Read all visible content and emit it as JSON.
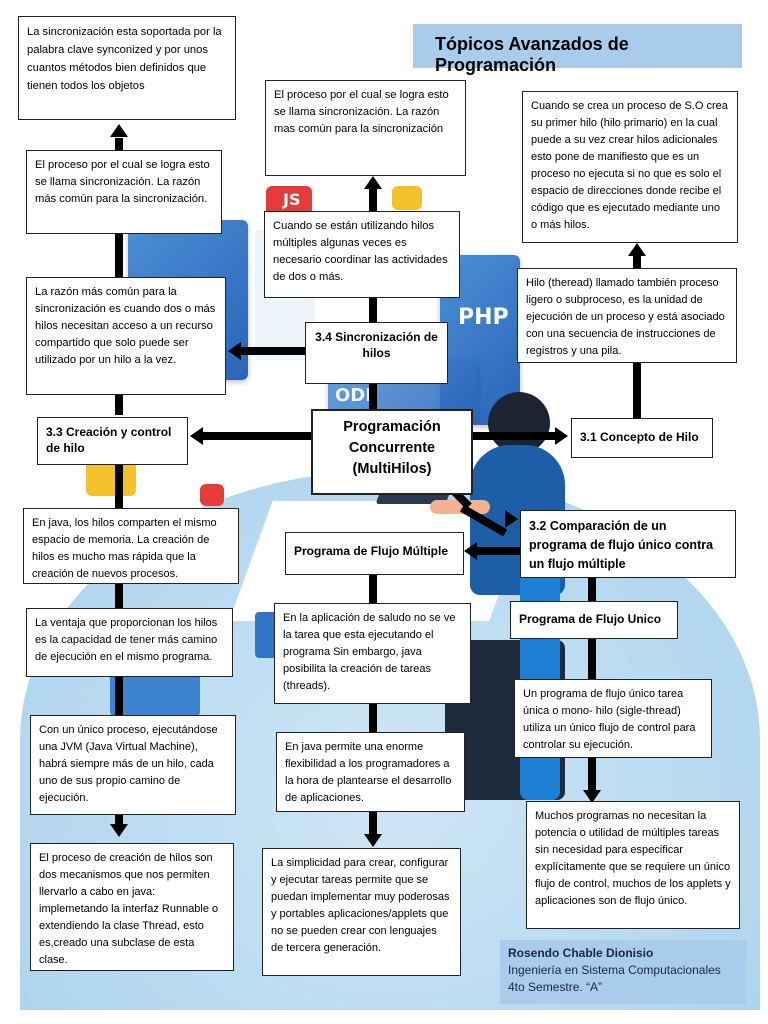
{
  "title": "Tópicos Avanzados de Programación",
  "center": {
    "line1": "Programación",
    "line2": "Concurrente",
    "line3": "(MultiHilos)"
  },
  "topics": {
    "concepto_hilo": "3.1 Concepto de Hilo",
    "comparacion": "3.2 Comparación de un programa de flujo único contra un flujo múltiple",
    "creacion_control": "3.3 Creación y control de hilo",
    "sincronizacion": "3.4 Sincronización de hilos",
    "flujo_multiple": "Programa de Flujo Múltiple",
    "flujo_unico": "Programa de Flujo Unico"
  },
  "notes": {
    "sync_palabra_clave": "La sincronización esta soportada por la palabra clave synconized y por unos cuantos métodos bien definidos que tienen todos los objetos",
    "sync_proceso_left": "El proceso por el cual se logra esto se llama sincronización. La razón más común para la sincronización.",
    "sync_razon_left": "La razón más común para la sincronización es cuando dos o más hilos necesitan acceso a un recurso compartido que solo puede ser utilizado por un hilo a la vez.",
    "sync_proceso_center": "El proceso por el cual se logra esto se llama sincronización. La razón mas común para la sincronización",
    "sync_multiples_hilos": "Cuando se están utilizando hilos múltiples algunas veces es necesario coordinar las actividades de dos o más.",
    "proceso_so": "Cuando se crea un proceso de S.O crea su primer hilo (hilo primario) en la cual puede a su vez crear hilos adicionales esto pone de manifiesto que es un proceso no ejecuta si no que es solo el espacio de direcciones donde recibe el código que es ejecutado mediante uno o más hilos.",
    "hilo_definicion": "Hilo (theread) llamado también proceso ligero o subproceso, es la unidad de ejecución de un proceso y está asociado con una secuencia de instrucciones de registros y una pila.",
    "java_memoria": "En java, los hilos comparten el mismo espacio de memoria. La creación de hilos es mucho mas rápida que la creación de nuevos procesos.",
    "ventaja_hilos": "La ventaja que proporcionan los hilos es la capacidad de tener más camino de ejecución en el mismo programa.",
    "jvm": "Con un único proceso, ejecutándose una JVM (Java Virtual Machine), habrá siempre más de un hilo, cada uno de sus propio camino de ejecución.",
    "creacion_mecanismos": "El proceso de creación de hilos son dos mecanismos que nos permiten llervarlo a cabo en java: implemetando la interfaz Runnable o extendiendo la clase Thread, esto es,creado una subclase de esta clase.",
    "saludo": "En la aplicación de saludo no se ve la tarea que esta ejecutando el programa Sin embargo, java posibilita la creación de tareas (threads).",
    "flexibilidad": "En java permite una enorme flexibilidad a los programadores a la hora de plantearse el desarrollo de aplicaciones.",
    "simplicidad": "La simplicidad para crear, configurar y ejecutar tareas permite que se puedan implementar muy poderosas y portables aplicaciones/applets que no se pueden crear con lenguajes de tercera generación.",
    "mono_hilo": "Un programa de flujo único tarea única o mono- hilo (sigle-thread) utiliza un único flujo de control para controlar su ejecución.",
    "muchos_programas": "Muchos programas no necesitan la potencia o utilidad de múltiples tareas sin necesidad para especificar explícitamente que se requiere un único flujo de control, muchos de los applets y aplicaciones son de flujo único."
  },
  "illustration": {
    "screen_label": "PHP",
    "badge_label": "JS",
    "code_label": "ODE"
  },
  "author": {
    "name": "Rosendo Chable Dionisio",
    "career": "Ingeniería en Sistema Computacionales",
    "semester": "4to Semestre. “A”"
  },
  "colors": {
    "title_bg": "#a9cbec",
    "author_bg": "#a9cbec",
    "illustration_bg": "#b9dbf1",
    "screen_blue": "#2a64b8"
  }
}
